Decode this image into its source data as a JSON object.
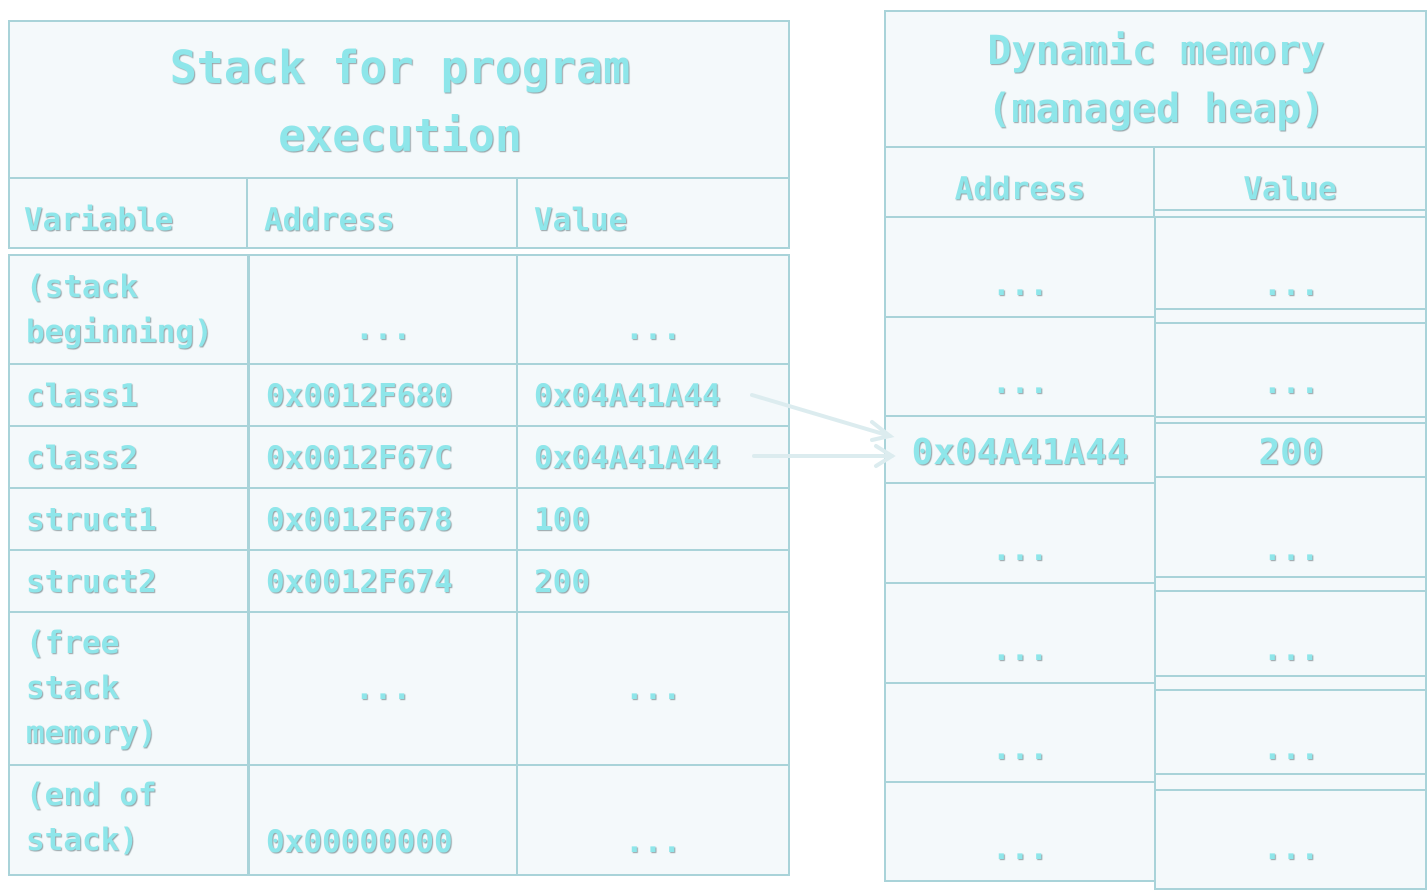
{
  "stack": {
    "title": "Stack for program execution",
    "headers": {
      "variable": "Variable",
      "address": "Address",
      "value": "Value"
    },
    "rows": [
      {
        "variable": "(stack beginning)",
        "address": "...",
        "value": "..."
      },
      {
        "variable": "class1",
        "address": "0x0012F680",
        "value": "0x04A41A44"
      },
      {
        "variable": "class2",
        "address": "0x0012F67C",
        "value": "0x04A41A44"
      },
      {
        "variable": "struct1",
        "address": "0x0012F678",
        "value": "100"
      },
      {
        "variable": "struct2",
        "address": "0x0012F674",
        "value": "200"
      },
      {
        "variable": "(free stack memory)",
        "address": "...",
        "value": "..."
      },
      {
        "variable": "(end of stack)",
        "address": "0x00000000",
        "value": "..."
      }
    ]
  },
  "heap": {
    "title": "Dynamic memory (managed heap)",
    "headers": {
      "address": "Address",
      "value": "Value"
    },
    "rows": [
      {
        "address": "...",
        "value": "..."
      },
      {
        "address": "...",
        "value": "..."
      },
      {
        "address": "0x04A41A44",
        "value": "200"
      },
      {
        "address": "...",
        "value": "..."
      },
      {
        "address": "...",
        "value": "..."
      },
      {
        "address": "...",
        "value": "..."
      },
      {
        "address": "...",
        "value": "..."
      }
    ]
  },
  "colors": {
    "text": "#8ee6ea",
    "border": "#a9d3d9",
    "fill": "#f4f9fb"
  }
}
